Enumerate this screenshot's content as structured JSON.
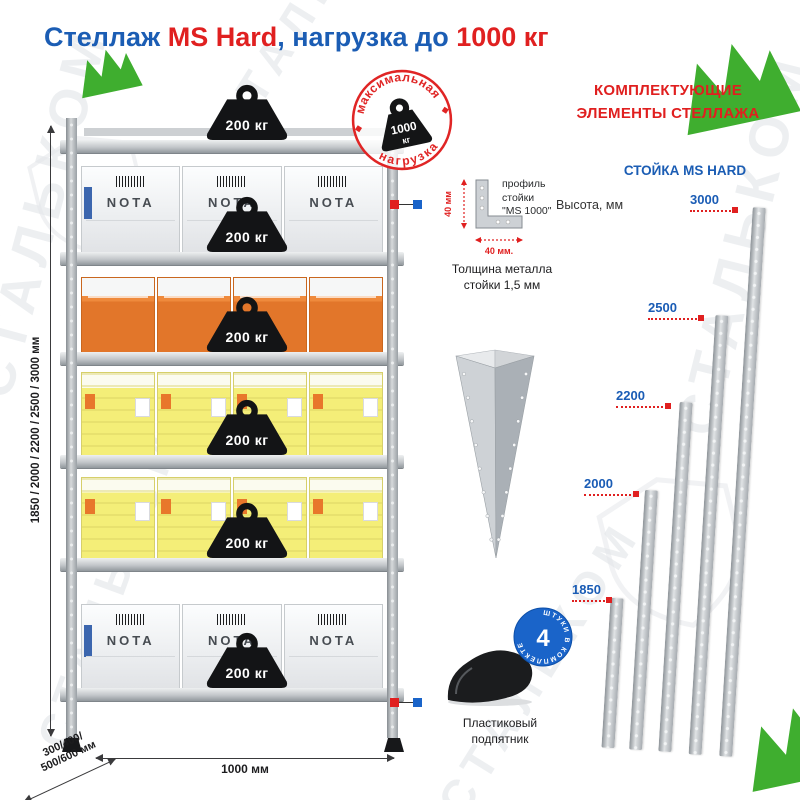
{
  "brand": {
    "watermark": "СТАЛЬКОМ"
  },
  "colors": {
    "accent_blue": "#1b5db4",
    "accent_red": "#e02020",
    "brand_green": "#3fae2f"
  },
  "icons": {
    "weight": "kettlebell-weight-icon",
    "stamp": "round-stamp-icon",
    "sparkle": "four-point-star-icon",
    "shield": "shield-watermark-icon",
    "logo": "stalkom-logo-mark"
  },
  "header": {
    "title_prefix": "Стеллаж ",
    "title_model": "MS Hard",
    "title_mid": ", нагрузка до ",
    "title_load": "1000 кг"
  },
  "rack": {
    "shelf_load": "200 кг",
    "box_brand": "NOTA",
    "stamp": {
      "top": "максимальная",
      "bottom": "нагрузка",
      "value": "1000",
      "unit": "кг"
    },
    "dims": {
      "height": "1850 / 2000 / 2200 / 2500 / 3000 мм",
      "width": "1000 мм",
      "depth_line1": "300/400/",
      "depth_line2": "500/600 мм"
    }
  },
  "components": {
    "profile": {
      "label_line1": "профиль",
      "label_line2": "стойки",
      "label_line3": "\"MS 1000\"",
      "dim_vertical": "40 мм",
      "dim_horizontal": "40 мм.",
      "thickness_line1": "Толщина металла",
      "thickness_line2": "стойки 1,5 мм"
    },
    "foot": {
      "label_line1": "Пластиковый",
      "label_line2": "подпятник",
      "badge_count": "4",
      "badge_text": "ШТУКИ В КОМПЛЕКТЕ"
    }
  },
  "right_panel": {
    "title_line1": "КОМПЛЕКТУЮЩИЕ",
    "title_line2": "ЭЛЕМЕНТЫ СТЕЛЛАЖА",
    "subtitle": "СТОЙКА MS HARD",
    "height_label": "Высота, мм",
    "posts": [
      {
        "height": "1850"
      },
      {
        "height": "2000"
      },
      {
        "height": "2200"
      },
      {
        "height": "2500"
      },
      {
        "height": "3000"
      }
    ]
  }
}
